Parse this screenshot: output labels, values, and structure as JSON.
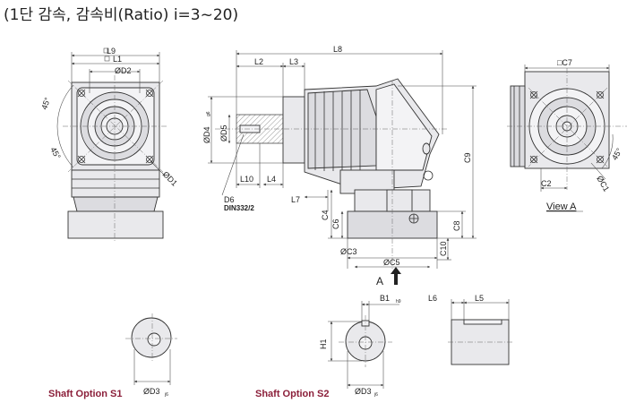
{
  "title": "(1단 감속, 감속비(Ratio) i=3~20)",
  "labels": {
    "l9": "L9",
    "l1": "L1",
    "d2": "ØD2",
    "a45_left_top": "45°",
    "a45_left_bottom": "45°",
    "d1": "ØD1",
    "l8": "L8",
    "l2": "L2",
    "l3": "L3",
    "d4": "ØD4",
    "d4_tol": "g6",
    "d5": "ØD5",
    "l10": "L10",
    "l4": "L4",
    "l7": "L7",
    "d6": "D6",
    "din": "DIN332/2",
    "c4": "C4",
    "c6": "C6",
    "c3": "ØC3",
    "c5": "ØC5",
    "c10": "C10",
    "c8": "C8",
    "c9": "C9",
    "arrow_a": "A",
    "c7": "□C7",
    "c2": "C2",
    "c1": "ØC1",
    "a45_right": "45°",
    "view_a": "View A",
    "b1": "B1",
    "b1_tol": "h9",
    "l6": "L6",
    "l5": "L5",
    "h1": "H1",
    "d3_s1": "ØD3",
    "d3_s1_tol": "j6",
    "d3_s2": "ØD3",
    "d3_s2_tol": "j6",
    "shaft_s1": "Shaft Option S1",
    "shaft_s2": "Shaft Option S2"
  }
}
